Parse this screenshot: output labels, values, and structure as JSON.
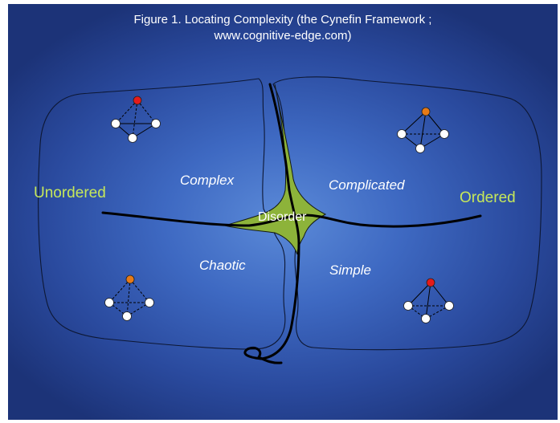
{
  "title": {
    "line1": "Figure 1. Locating Complexity (the Cynefin Framework ;",
    "line2": "www.cognitive-edge.com)"
  },
  "domains": {
    "complex": "Complex",
    "complicated": "Complicated",
    "chaotic": "Chaotic",
    "simple": "Simple",
    "disorder": "Disorder"
  },
  "sides": {
    "left": "Unordered",
    "right": "Ordered"
  },
  "colors": {
    "background": "#2a4a9e",
    "side_label": "#c6e85a",
    "disorder_fill": "#8db33a",
    "node_red": "#e51b1b",
    "node_orange": "#e67a17",
    "node_white": "#ffffff"
  },
  "icons": {
    "complex_icon": "pyramid-red-top",
    "complicated_icon": "pyramid-orange-top",
    "chaotic_icon": "pyramid-orange-top",
    "simple_icon": "pyramid-red-top"
  }
}
